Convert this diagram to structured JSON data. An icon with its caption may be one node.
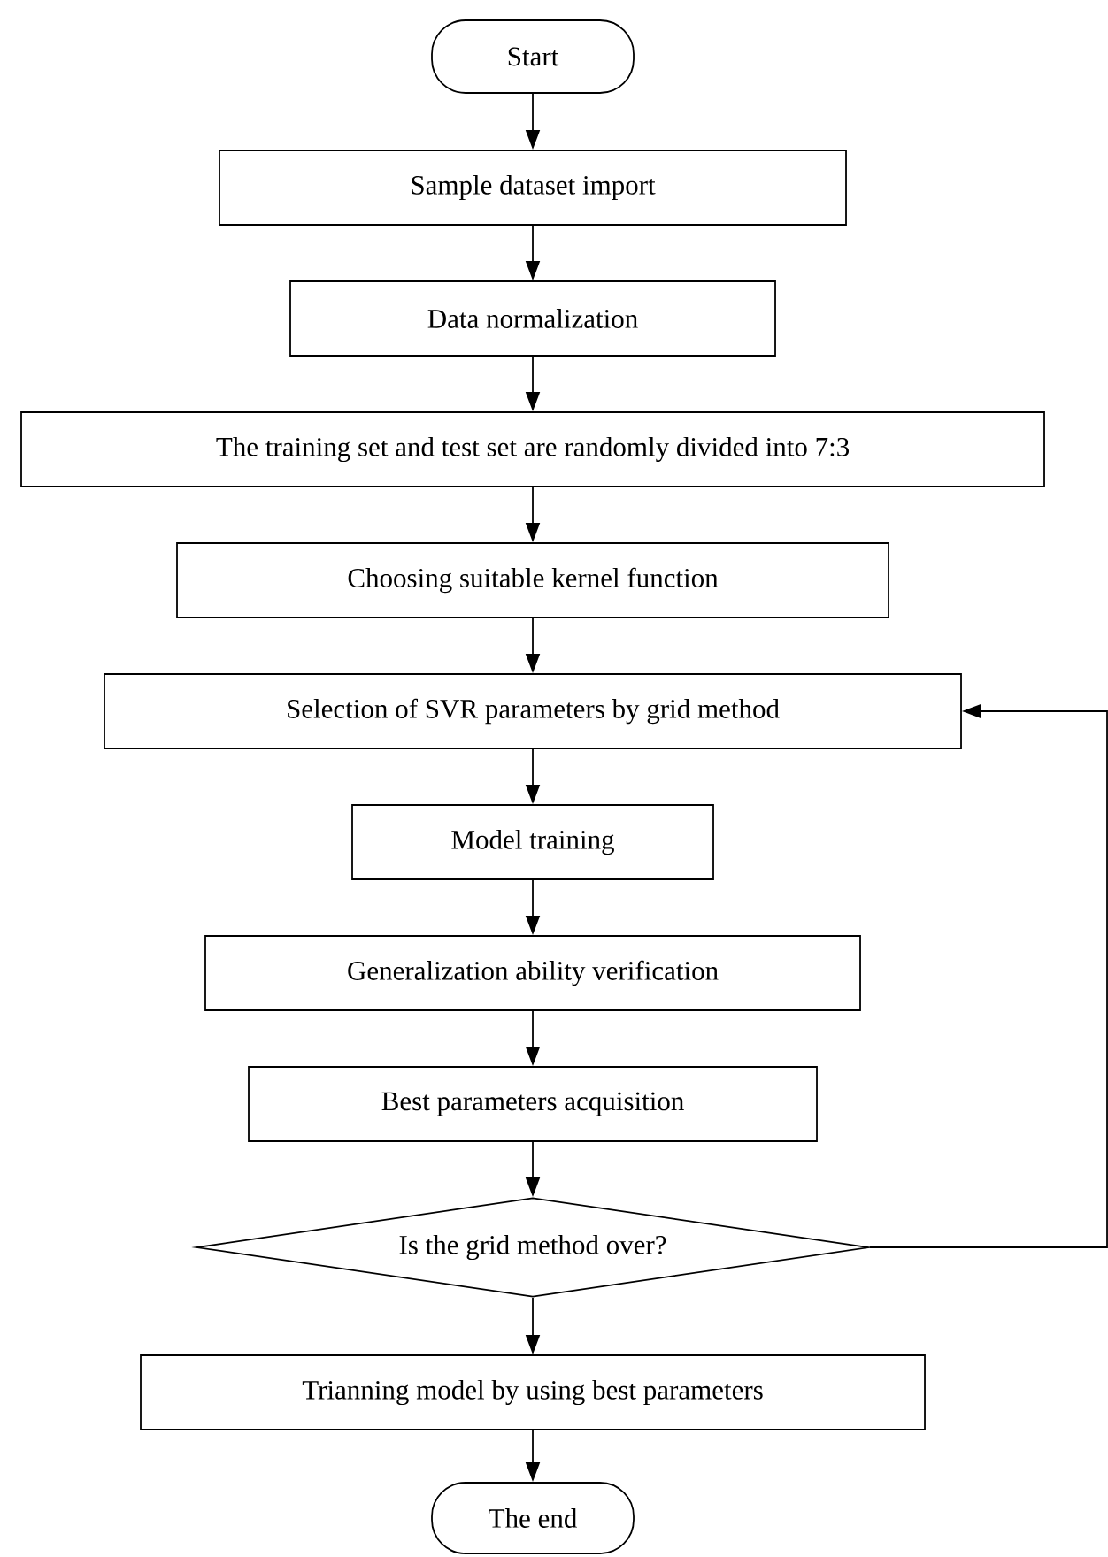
{
  "diagram": {
    "nodes": [
      {
        "text": [
          "Start"
        ]
      },
      {
        "text": [
          "Sample dataset import"
        ]
      },
      {
        "text": [
          "Data normalization"
        ]
      },
      {
        "text": [
          "The training set and test set are randomly divided into 7:3"
        ]
      },
      {
        "text": [
          "Choosing suitable kernel function"
        ]
      },
      {
        "text": [
          "Selection of SVR parameters by grid method"
        ]
      },
      {
        "text": [
          "Model training"
        ]
      },
      {
        "text": [
          "Generalization ability verification"
        ]
      },
      {
        "text": [
          "Best parameters acquisition"
        ]
      },
      {
        "text": [
          "Is the grid method over?"
        ]
      },
      {
        "text": [
          "Trianning model by using best parameters"
        ]
      },
      {
        "text": [
          "The end"
        ]
      }
    ],
    "edges": [
      {
        "from": 0,
        "to": 1,
        "arrow": "to"
      },
      {
        "from": 1,
        "to": 2,
        "arrow": "to"
      },
      {
        "from": 2,
        "to": 3,
        "arrow": "to"
      },
      {
        "from": 3,
        "to": 4,
        "arrow": "to"
      },
      {
        "from": 4,
        "to": 5,
        "arrow": "to"
      },
      {
        "from": 5,
        "to": 6,
        "arrow": "to"
      },
      {
        "from": 6,
        "to": 7,
        "arrow": "to"
      },
      {
        "from": 7,
        "to": 8,
        "arrow": "to"
      },
      {
        "from": 8,
        "to": 9,
        "arrow": "to"
      },
      {
        "from": 9,
        "to": 10,
        "arrow": "to"
      },
      {
        "from": 10,
        "to": 11,
        "arrow": "to"
      },
      {
        "from": 9,
        "to": 5,
        "arrow": "to"
      }
    ]
  }
}
